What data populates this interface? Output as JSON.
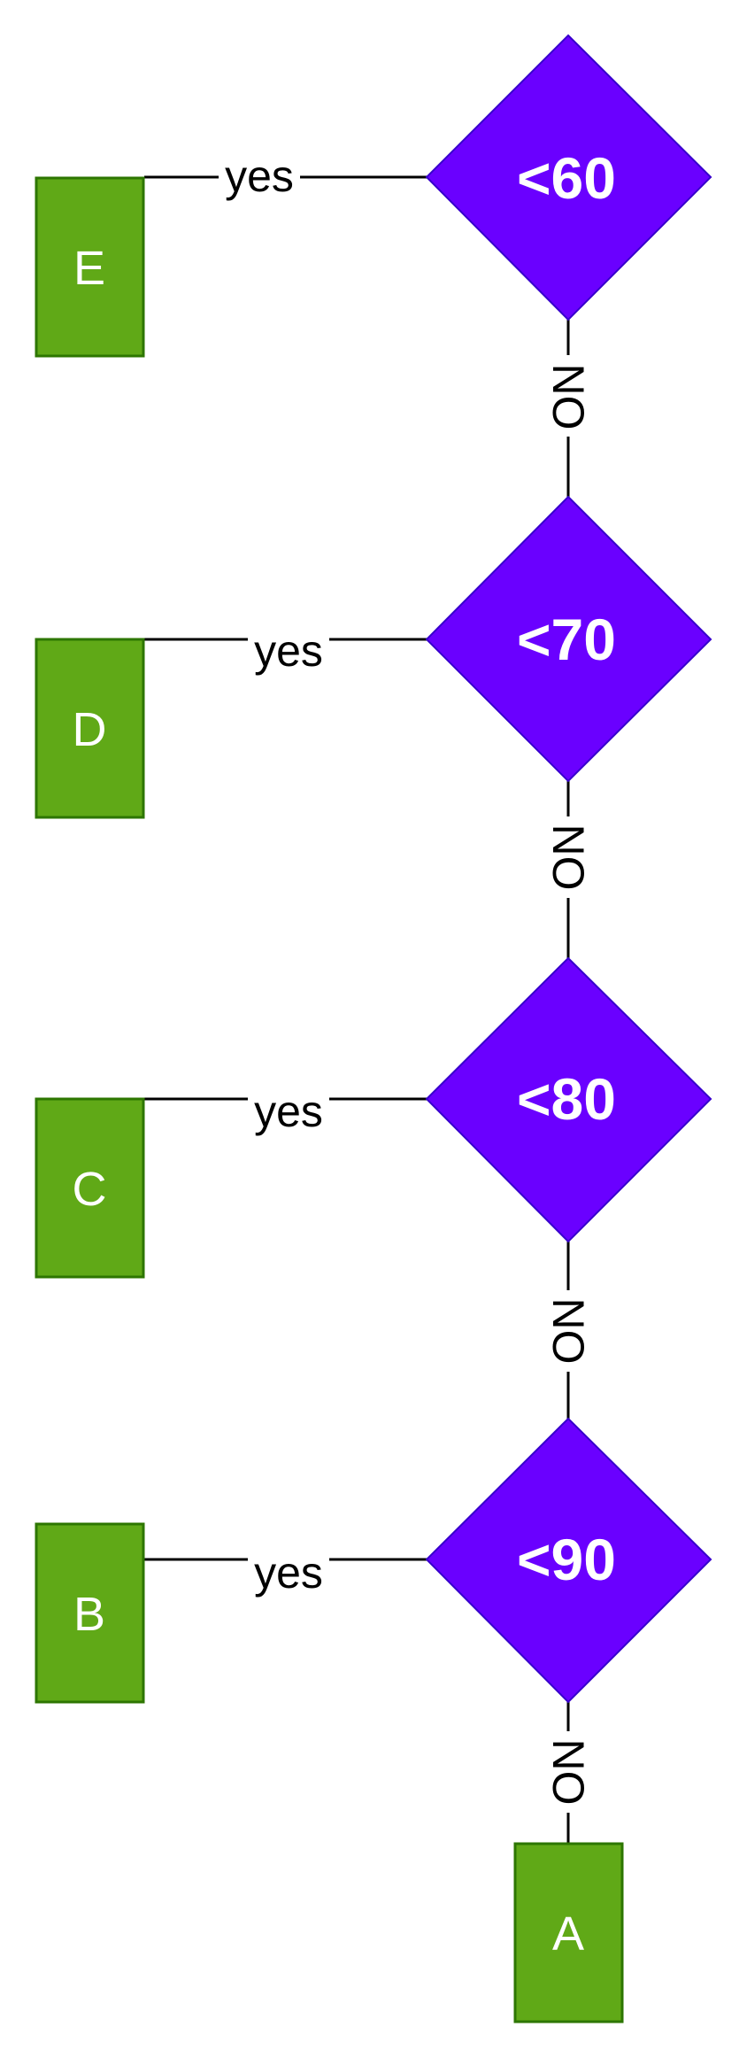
{
  "colors": {
    "decision_fill": "#6a00ff",
    "decision_stroke": "#3700cc",
    "grade_fill": "#60a917",
    "grade_stroke": "#2d7600",
    "line": "#000000"
  },
  "decisions": [
    {
      "label": "<60"
    },
    {
      "label": "<70"
    },
    {
      "label": "<80"
    },
    {
      "label": "<90"
    }
  ],
  "grades": [
    {
      "label": "E"
    },
    {
      "label": "D"
    },
    {
      "label": "C"
    },
    {
      "label": "B"
    },
    {
      "label": "A"
    }
  ],
  "edges": {
    "yes_label": "yes",
    "no_label": "NO"
  }
}
